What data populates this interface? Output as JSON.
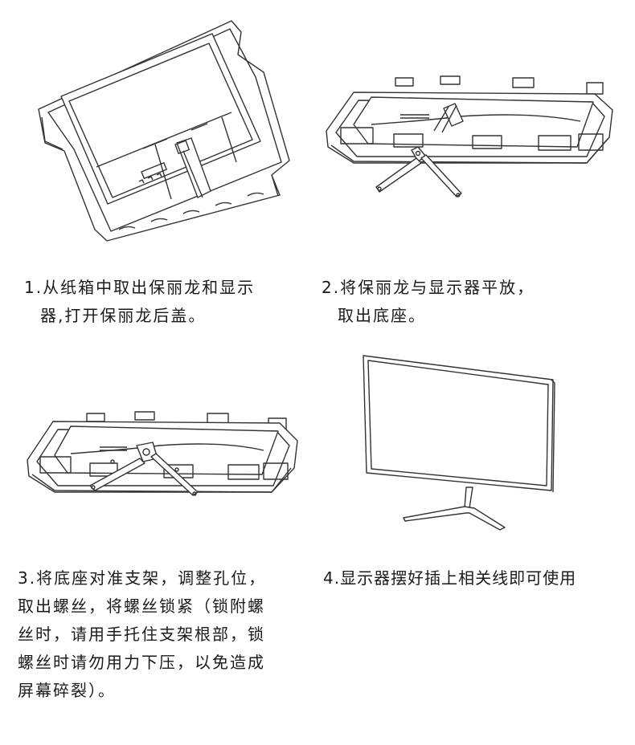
{
  "steps": [
    {
      "lines": [
        "1.从纸箱中取出保丽龙和显示",
        "器,打开保丽龙后盖。"
      ]
    },
    {
      "lines": [
        "2.将保丽龙与显示器平放，",
        "取出底座。"
      ]
    },
    {
      "lines": [
        "3.将底座对准支架，调整孔位，",
        "取出螺丝，将螺丝锁紧（锁附螺",
        "丝时，请用手托住支架根部，锁",
        "螺丝时请勿用力下压，以免造成",
        "屏幕碎裂）。"
      ]
    },
    {
      "lines": [
        "4.显示器摆好插上相关线即可使用"
      ]
    }
  ]
}
